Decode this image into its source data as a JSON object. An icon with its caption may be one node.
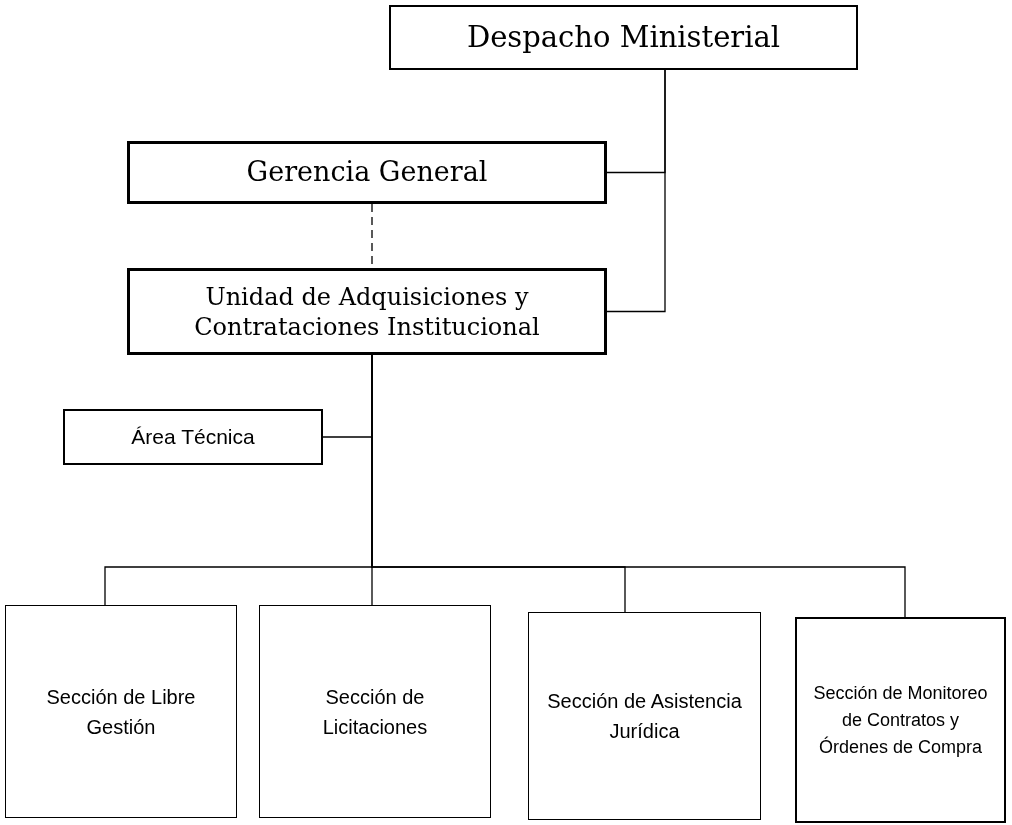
{
  "diagram": {
    "nodes": [
      {
        "text": [
          "Despacho Ministerial"
        ]
      },
      {
        "text": [
          "Gerencia General"
        ]
      },
      {
        "text": [
          "Unidad de Adquisiciones y Contrataciones Institucional"
        ]
      },
      {
        "text": [
          "Área Técnica"
        ]
      },
      {
        "text": [
          "Sección de Libre Gestión"
        ]
      },
      {
        "text": [
          "Sección de Licitaciones"
        ]
      },
      {
        "text": [
          "Sección de Asistencia Jurídica"
        ]
      },
      {
        "text": [
          "Sección de Monitoreo de Contratos y Órdenes de Compra"
        ]
      }
    ],
    "edges": [
      {
        "from": 0,
        "to": 1,
        "arrow": "none"
      },
      {
        "from": 0,
        "to": 2,
        "arrow": "none"
      },
      {
        "from": 1,
        "to": 2,
        "arrow": "none",
        "style": "dashed"
      },
      {
        "from": 2,
        "to": 3,
        "arrow": "none"
      },
      {
        "from": 2,
        "to": 4,
        "arrow": "none"
      },
      {
        "from": 2,
        "to": 5,
        "arrow": "none"
      },
      {
        "from": 2,
        "to": 6,
        "arrow": "none"
      },
      {
        "from": 2,
        "to": 7,
        "arrow": "none"
      }
    ]
  }
}
